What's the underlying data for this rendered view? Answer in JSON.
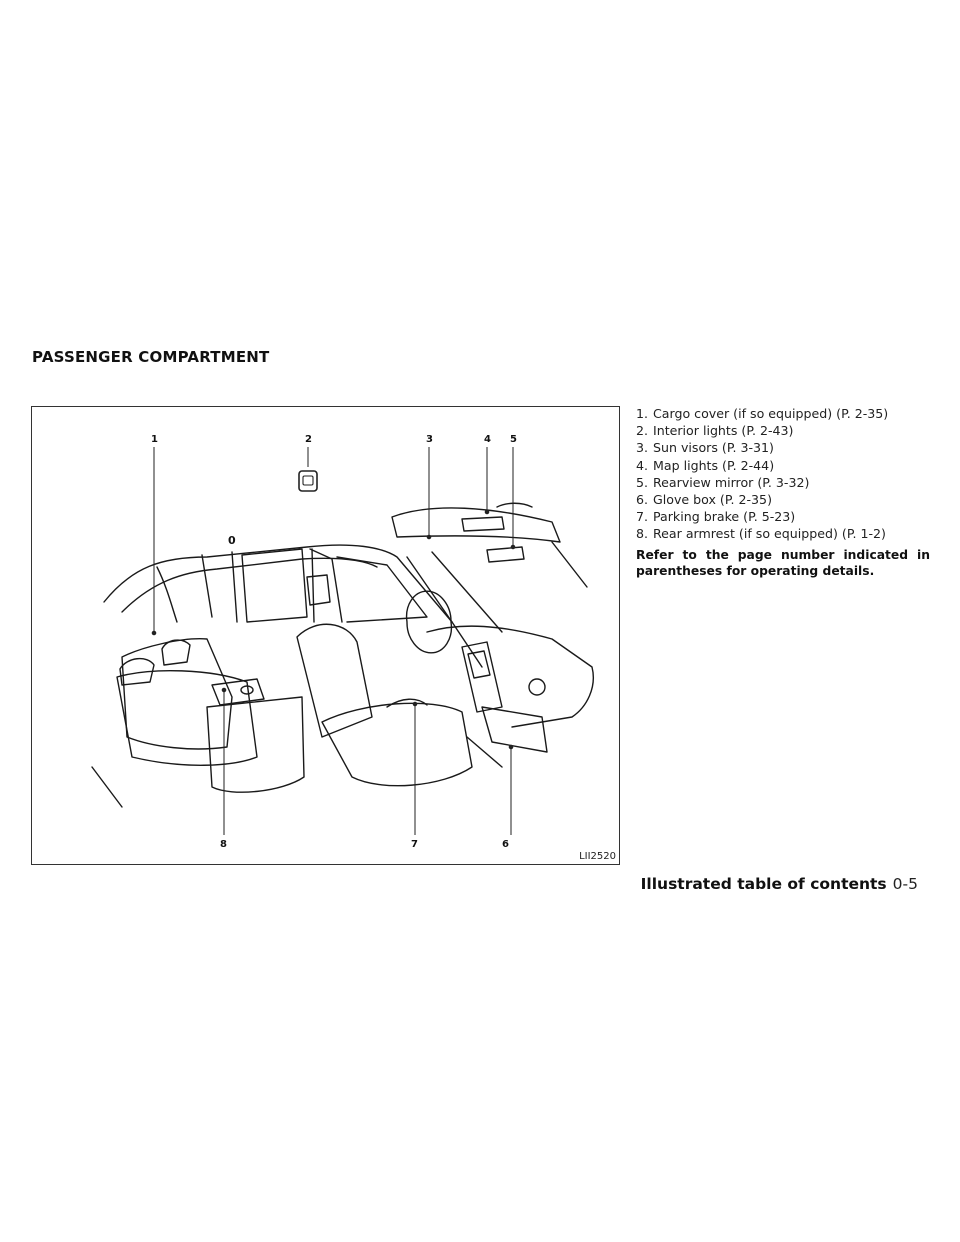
{
  "section_title": "PASSENGER COMPARTMENT",
  "figure": {
    "id": "LII2520",
    "marker": "0",
    "callouts": [
      "1",
      "2",
      "3",
      "4",
      "5",
      "6",
      "7",
      "8"
    ]
  },
  "legend": [
    {
      "num": "1.",
      "text": "Cargo cover (if so equipped) (P. 2-35)"
    },
    {
      "num": "2.",
      "text": "Interior lights (P. 2-43)"
    },
    {
      "num": "3.",
      "text": "Sun visors (P. 3-31)"
    },
    {
      "num": "4.",
      "text": "Map lights (P. 2-44)"
    },
    {
      "num": "5.",
      "text": "Rearview mirror (P. 3-32)"
    },
    {
      "num": "6.",
      "text": "Glove box (P. 2-35)"
    },
    {
      "num": "7.",
      "text": "Parking brake (P. 5-23)"
    },
    {
      "num": "8.",
      "text": "Rear armrest (if so equipped) (P. 1-2)"
    }
  ],
  "note": "Refer to the page number indicated in parentheses for operating details.",
  "footer": {
    "label": "Illustrated table of contents",
    "page": "0-5"
  }
}
